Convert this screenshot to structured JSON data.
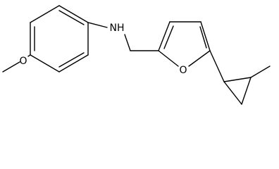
{
  "molecule": {
    "atoms": {
      "nh": "NH",
      "ring_o": "O",
      "methoxy_o": "O"
    }
  }
}
